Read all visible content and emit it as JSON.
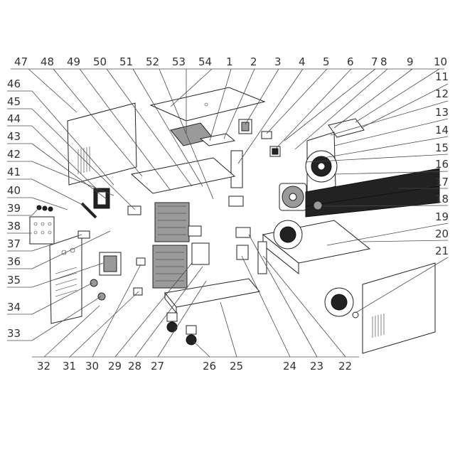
{
  "callouts_top": [
    "47",
    "48",
    "49",
    "50",
    "51",
    "52",
    "53",
    "54",
    "1",
    "2",
    "3",
    "4",
    "5",
    "6",
    "7",
    "8",
    "9",
    "10"
  ],
  "callouts_right": [
    "11",
    "12",
    "13",
    "14",
    "15",
    "16",
    "17",
    "18",
    "19",
    "20",
    "21"
  ],
  "callouts_left": [
    "46",
    "45",
    "44",
    "43",
    "42",
    "41",
    "40",
    "39",
    "38",
    "37",
    "36",
    "35",
    "34",
    "33"
  ],
  "callouts_bottom": [
    "32",
    "31",
    "30",
    "29",
    "28",
    "27",
    "26",
    "25",
    "24",
    "23",
    "22"
  ],
  "colors": {
    "ink": "#222222",
    "label": "#333333",
    "background": "#ffffff"
  }
}
